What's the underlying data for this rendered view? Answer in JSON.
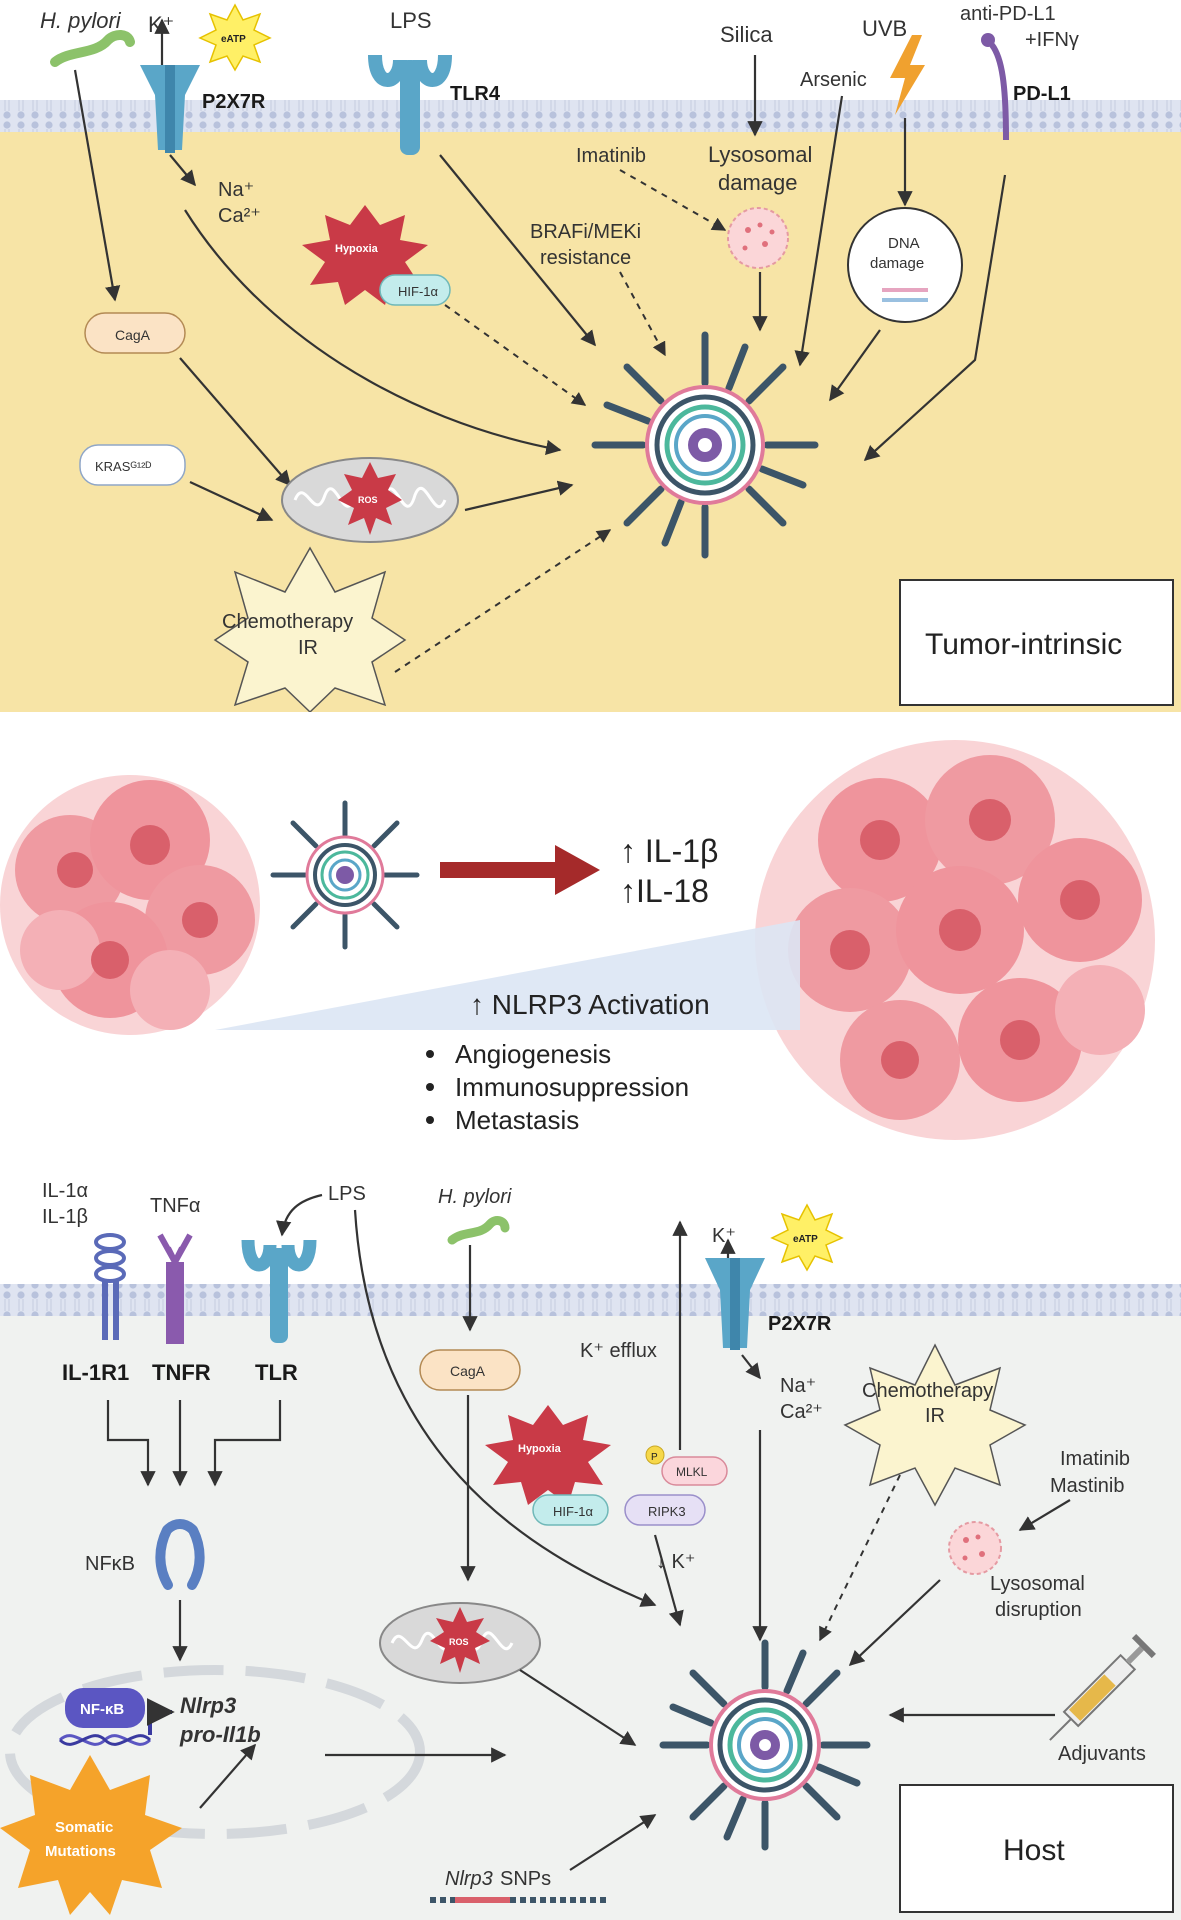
{
  "tumor_panel": {
    "hpylori": "H. pylori",
    "k_plus": "K⁺",
    "eatp": "eATP",
    "p2x7r": "P2X7R",
    "na": "Na⁺",
    "ca": "Ca²⁺",
    "lps": "LPS",
    "tlr4": "TLR4",
    "silica": "Silica",
    "imatinib": "Imatinib",
    "lysosomal_damage_1": "Lysosomal",
    "lysosomal_damage_2": "damage",
    "uvb": "UVB",
    "arsenic": "Arsenic",
    "anti_pdl1_1": "anti-PD-L1",
    "anti_pdl1_2": "+IFNγ",
    "pdl1": "PD-L1",
    "hypoxia": "Hypoxia",
    "hif1a": "HIF-1α",
    "brafi_1": "BRAFi/MEKi",
    "brafi_2": "resistance",
    "dna_damage_1": "DNA",
    "dna_damage_2": "damage",
    "caga": "CagA",
    "kras": "KRASᴳ¹²ᴰ",
    "ros": "ROS",
    "chemo_1": "Chemotherapy",
    "chemo_2": "IR",
    "label": "Tumor-intrinsic"
  },
  "middle_panel": {
    "il1b": "↑ IL-1β",
    "il18": "↑IL-18",
    "nlrp3_activation": "↑  NLRP3 Activation",
    "bullets": [
      "Angiogenesis",
      "Immunosuppression",
      "Metastasis"
    ]
  },
  "host_panel": {
    "il1a": "IL-1α",
    "il1b": "IL-1β",
    "tnfa": "TNFα",
    "lps": "LPS",
    "hpylori": "H. pylori",
    "k_plus": "K⁺",
    "eatp": "eATP",
    "il1r1": "IL-1R1",
    "tnfr": "TNFR",
    "tlr": "TLR",
    "caga": "CagA",
    "k_efflux": "K⁺ efflux",
    "p2x7r": "P2X7R",
    "na": "Na⁺",
    "ca": "Ca²⁺",
    "chemo_1": "Chemotherapy",
    "chemo_2": "IR",
    "hypoxia": "Hypoxia",
    "mlkl": "MLKL",
    "p": "P",
    "hif1a": "HIF-1α",
    "ripk3": "RIPK3",
    "k_down": "↓ K⁺",
    "imatinib_1": "Imatinib",
    "imatinib_2": "Mastinib",
    "lysosomal_1": "Lysosomal",
    "lysosomal_2": "disruption",
    "nfkb": "NFκB",
    "ros": "ROS",
    "nfkb_box": "NF-κB",
    "nlrp3_gene": "Nlrp3",
    "pro_il1b": "pro-Il1b",
    "adjuvants": "Adjuvants",
    "somatic_1": "Somatic",
    "somatic_2": "Mutations",
    "snps_gene": "Nlrp3",
    "snps": " SNPs",
    "label": "Host"
  },
  "colors": {
    "tumor_bg": "#f7e4a6",
    "host_bg": "#f0f2f0",
    "membrane": "#c9d1e6",
    "receptor_blue": "#5aa6c8",
    "hypoxia_red": "#c93a47",
    "chemo_fill": "#fbf4cf",
    "arrow_red": "#a52a2a",
    "cell_pink": "#ef8e96",
    "inflammasome_spoke": "#3c5568",
    "somatic_orange": "#f5a32a",
    "nfkb_purple": "#5b56c2"
  }
}
